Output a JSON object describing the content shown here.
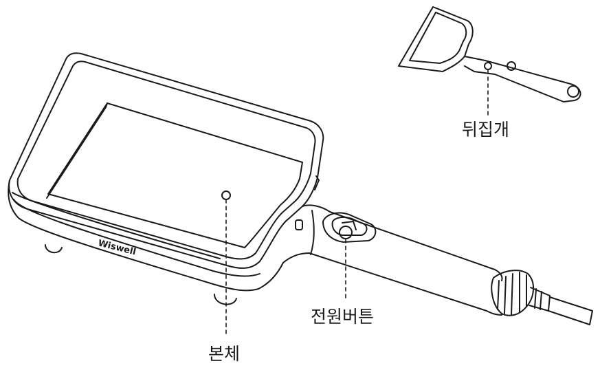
{
  "product": {
    "brand": "Wiswell"
  },
  "callouts": {
    "body": "본체",
    "power_button": "전원버튼",
    "turner": "뒤집개"
  },
  "colors": {
    "line": "#1a1a1a",
    "background": "#ffffff"
  }
}
